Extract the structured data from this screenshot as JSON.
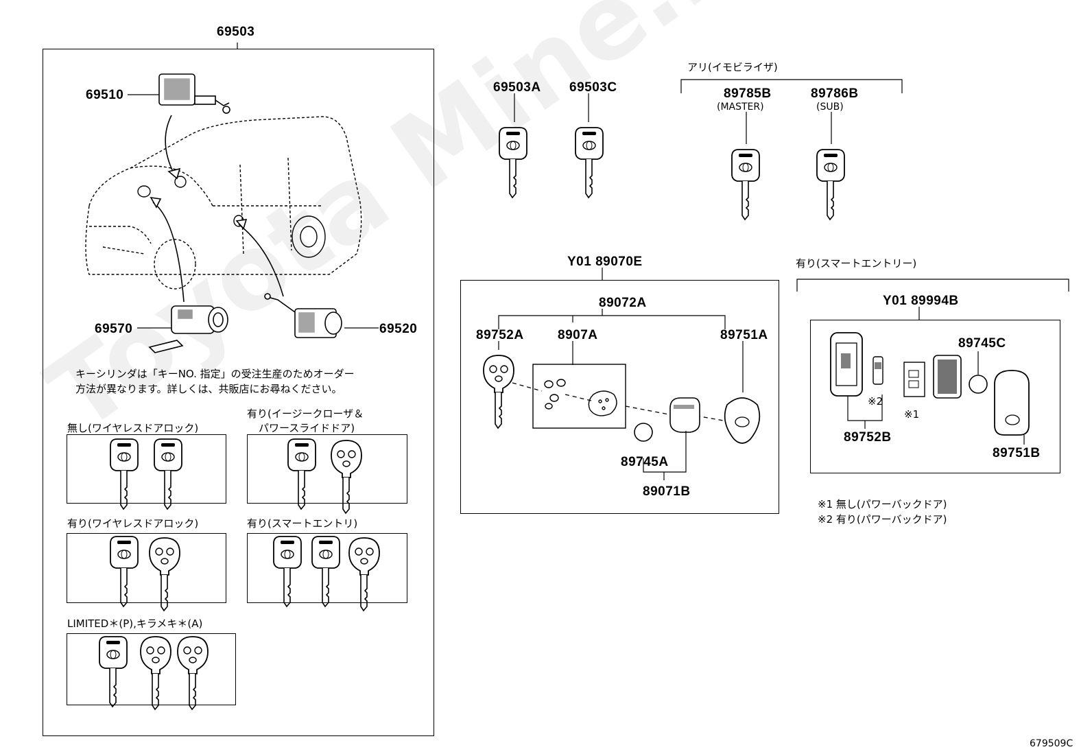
{
  "watermark": "Toyota Mine.ru",
  "diagram_code": "679509C",
  "left_group": {
    "part_no": "69503",
    "parts": {
      "door_cyl_top": "69510",
      "ignition_cyl": "69570",
      "door_cyl_side": "69520"
    },
    "note_lines": [
      "キーシリンダは「キーNO. 指定」の受注生産のためオーダー",
      "方法が異なります。詳しくは、共販店にお尋ねください。"
    ],
    "variants": {
      "no_wireless": "無し(ワイヤレスドアロック)",
      "easy_closer_line1": "有り(イージークローザ＆",
      "easy_closer_line2": "パワースライドドア)",
      "wireless": "有り(ワイヤレスドアロック)",
      "smart_entry": "有り(スマートエントリ)",
      "limited": "LIMITED＊(P),キラメキ＊(A)"
    }
  },
  "keys": {
    "key_a": "69503A",
    "key_c": "69503C",
    "immobilizer_label": "アリ(イモビライザ)",
    "master_no": "89785B",
    "master_sub": "(MASTER)",
    "sub_no": "89786B",
    "sub_sub": "(SUB)"
  },
  "remote_group": {
    "part_no": "Y01 89070E",
    "sub_assy": "89072A",
    "parts": {
      "key_remote": "89752A",
      "buttons": "8907A",
      "case": "89751A",
      "battery": "89745A",
      "module": "89071B"
    }
  },
  "smart_group": {
    "condition": "有り(スマートエントリー)",
    "part_no": "Y01 89994B",
    "parts": {
      "battery": "89745C",
      "key_case": "89752B",
      "cover": "89751B"
    },
    "mark1": "※1",
    "mark2": "※2",
    "footnotes": [
      "※1  無し(パワーバックドア)",
      "※2  有り(パワーバックドア)"
    ]
  }
}
